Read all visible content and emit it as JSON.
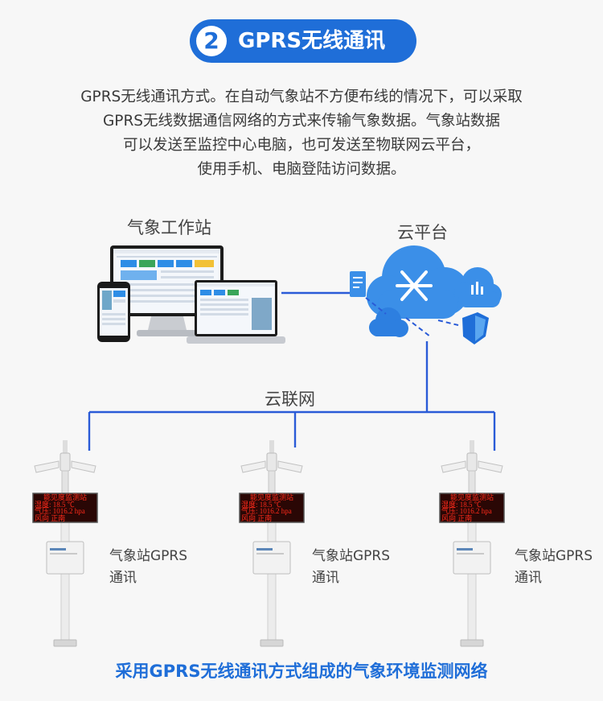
{
  "header": {
    "number": "2",
    "title": "GPRS无线通讯"
  },
  "intro": [
    "GPRS无线通讯方式。在自动气象站不方便布线的情况下，可以采取",
    "GPRS无线数据通信网络的方式来传输气象数据。气象站数据",
    "可以发送至监控中心电脑，也可发送至物联网云平台，",
    "使用手机、电脑登陆访问数据。"
  ],
  "labels": {
    "workstation": "气象工作站",
    "cloud_platform": "云平台",
    "cloud_network": "云联网"
  },
  "stations": [
    {
      "label_line1": "气象站GPRS",
      "label_line2": "通讯"
    },
    {
      "label_line1": "气象站GPRS",
      "label_line2": "通讯"
    },
    {
      "label_line1": "气象站GPRS",
      "label_line2": "通讯"
    }
  ],
  "display": {
    "title": "能见度监测站",
    "row1": "湿度:  18.5 ℃",
    "row2": "气压: 1016.2 hpa",
    "row3": "风向         正南"
  },
  "footer": "采用GPRS无线通讯方式组成的气象环境监测网络",
  "colors": {
    "accent": "#1f6ed8",
    "line": "#2a5bd7",
    "cloud": "#3b8fe8",
    "led_text": "#ff2a1a"
  }
}
